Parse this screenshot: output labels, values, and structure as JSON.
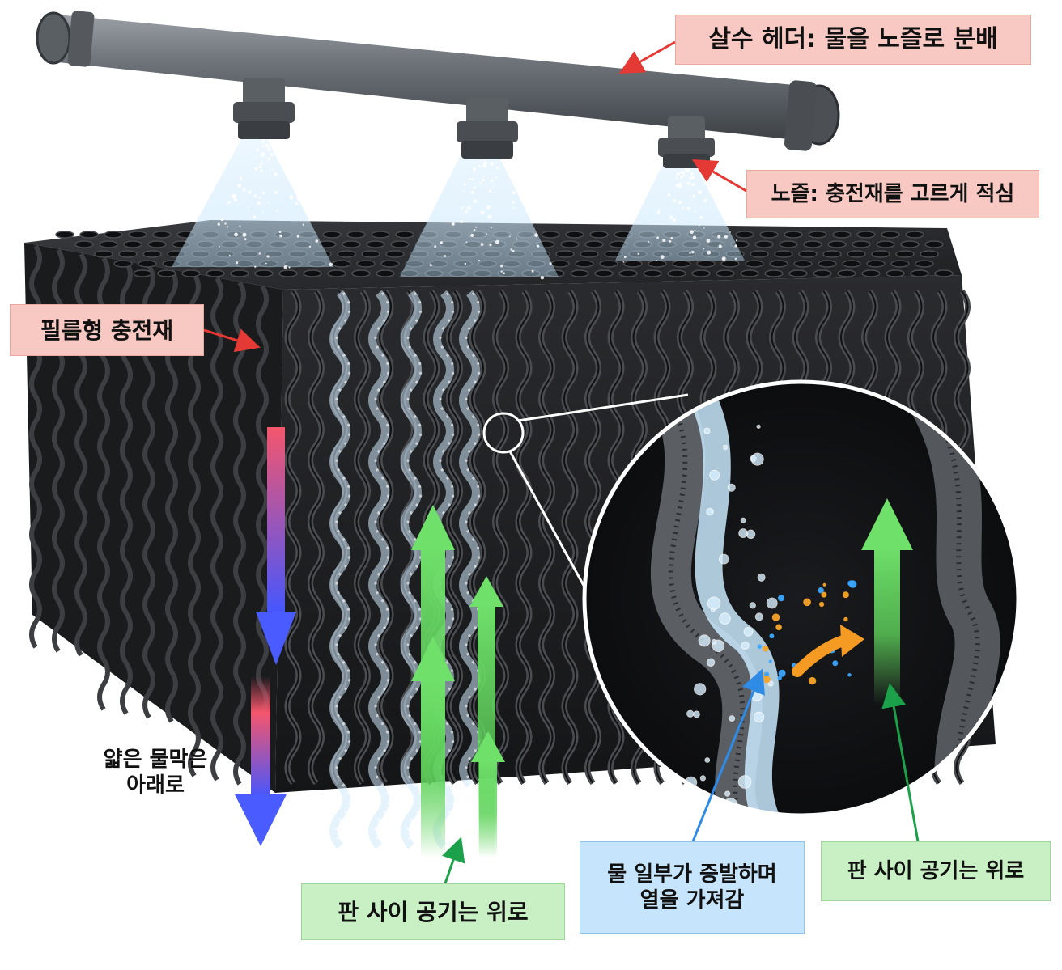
{
  "labels": {
    "spray_header": "살수 헤더: 물을 노즐로 분배",
    "nozzle": "노즐: 충전재를 고르게 적심",
    "film_fill": "필름형 충전재",
    "water_film_line1": "얇은 물막은",
    "water_film_line2": "아래로",
    "air_up_main": "판 사이 공기는 위로",
    "evaporation_line1": "물 일부가 증발하며",
    "evaporation_line2": "열을 가져감",
    "air_up_zoom": "판 사이 공기는 위로"
  },
  "colors": {
    "callout_pink": "#f8c9c2",
    "callout_green": "#c9f0c4",
    "callout_blue": "#c6e4fb",
    "pipe_gray": "#6b6f74",
    "fill_black": "#1c1d1f",
    "water_blue": "#bfe3fb",
    "air_green": "#5fd35b",
    "film_arrow_top": "#f05a6e",
    "film_arrow_bottom": "#4a5cff",
    "heat_orange": "#f59a22",
    "leader_red": "#e53935",
    "leader_green": "#1aa14a",
    "leader_blue": "#2e8be6"
  },
  "icons": {
    "spray_header": "pipe-icon",
    "nozzle": "nozzle-icon",
    "fill": "corrugated-fill-icon",
    "water_film": "down-arrow-icon",
    "air_flow": "up-arrow-icon",
    "zoom": "magnifier-icon",
    "heat": "curved-arrow-icon"
  }
}
